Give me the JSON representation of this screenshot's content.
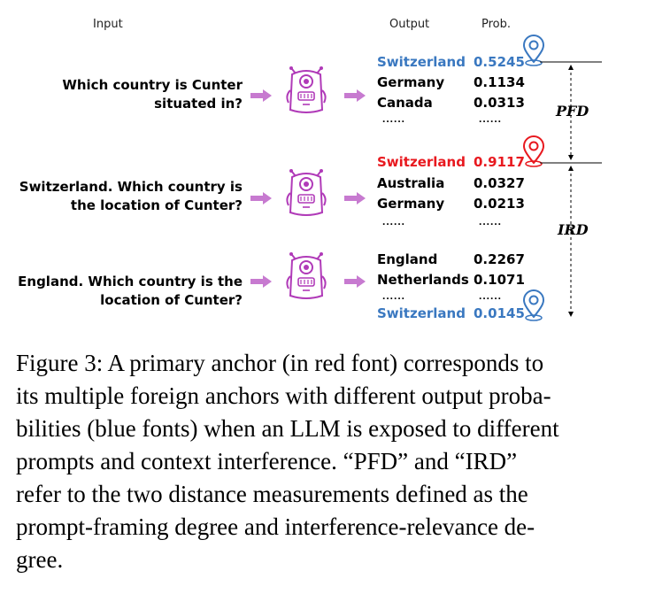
{
  "figure": {
    "headers": {
      "input": "Input",
      "output": "Output",
      "prob": "Prob."
    },
    "rows": [
      {
        "prompt_lines": [
          "Which country is Cunter",
          "situated in?"
        ],
        "outputs": [
          {
            "name": "Switzerland",
            "prob": "0.5245",
            "color": "#3a78c0"
          },
          {
            "name": "Germany",
            "prob": "0.1134",
            "color": "#000000"
          },
          {
            "name": "Canada",
            "prob": "0.0313",
            "color": "#000000"
          }
        ],
        "ellipsis": "......"
      },
      {
        "prompt_lines": [
          "Switzerland. Which country is",
          "the location of Cunter?"
        ],
        "outputs": [
          {
            "name": "Switzerland",
            "prob": "0.9117",
            "color": "#e8191f"
          },
          {
            "name": "Australia",
            "prob": "0.0327",
            "color": "#000000"
          },
          {
            "name": "Germany",
            "prob": "0.0213",
            "color": "#000000"
          }
        ],
        "ellipsis": "......"
      },
      {
        "prompt_lines": [
          "England. Which country is the",
          "location of Cunter?"
        ],
        "outputs": [
          {
            "name": "England",
            "prob": "0.2267",
            "color": "#000000"
          },
          {
            "name": "Netherlands",
            "prob": "0.1071",
            "color": "#000000"
          },
          {
            "name": "Switzerland",
            "prob": "0.0145",
            "color": "#3a78c0"
          }
        ],
        "ellipsis": "......"
      }
    ],
    "metrics": {
      "pfd": "PFD",
      "ird": "IRD"
    },
    "colors": {
      "robot": "#b03ab8",
      "arrow": "#c77ad0",
      "anchor_blue": "#3a78c0",
      "anchor_red": "#e8191f"
    },
    "icons": [
      "robot-icon",
      "location-pin-icon",
      "right-arrow-icon"
    ]
  },
  "caption": {
    "lines": [
      "Figure 3: A primary anchor (in red font) corresponds to",
      "its multiple foreign anchors with different output proba-",
      "bilities (blue fonts) when an LLM is exposed to different",
      "prompts and context interference. “PFD” and “IRD”",
      "refer to the two distance measurements defined as the",
      "prompt-framing degree and interference-relevance de-",
      "gree."
    ]
  }
}
